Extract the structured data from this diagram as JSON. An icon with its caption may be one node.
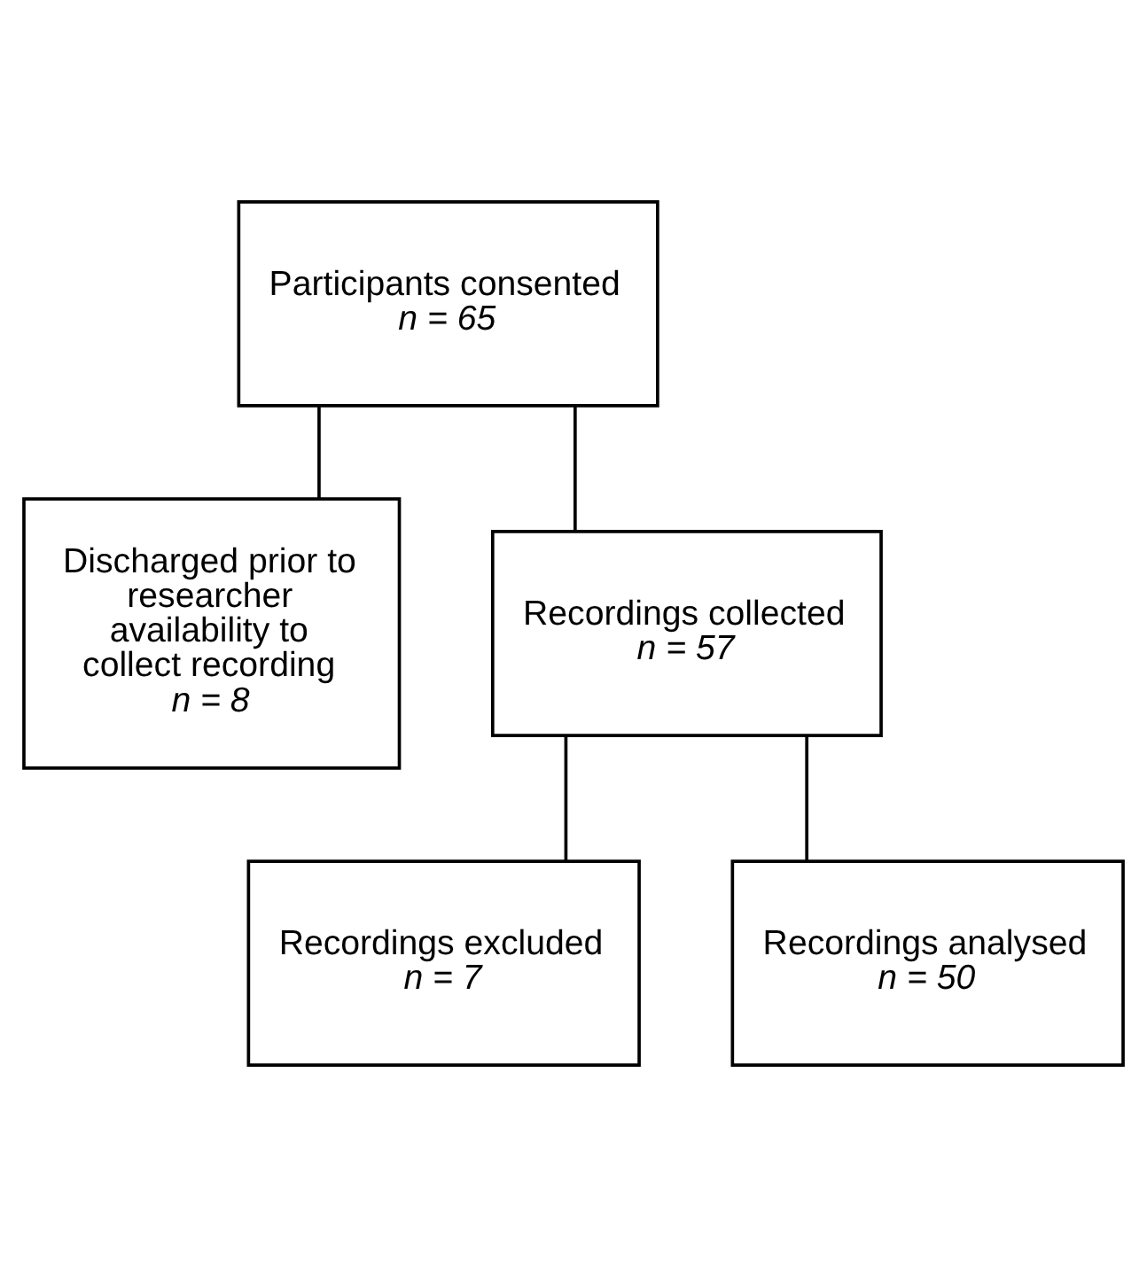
{
  "diagram": {
    "nodes": [
      {
        "text": [
          "Participants consented",
          "n = 65"
        ]
      },
      {
        "text": [
          "Discharged prior to researcher availability to collect recording",
          "n = 8"
        ]
      },
      {
        "text": [
          "Recordings collected",
          "n = 57"
        ]
      },
      {
        "text": [
          "Recordings excluded",
          "n = 7"
        ]
      },
      {
        "text": [
          "Recordings analysed",
          "n = 50"
        ]
      }
    ],
    "edges": [
      {
        "from": 0,
        "to": 1,
        "arrow": "none"
      },
      {
        "from": 0,
        "to": 2,
        "arrow": "none"
      },
      {
        "from": 2,
        "to": 3,
        "arrow": "none"
      },
      {
        "from": 2,
        "to": 4,
        "arrow": "none"
      }
    ]
  }
}
